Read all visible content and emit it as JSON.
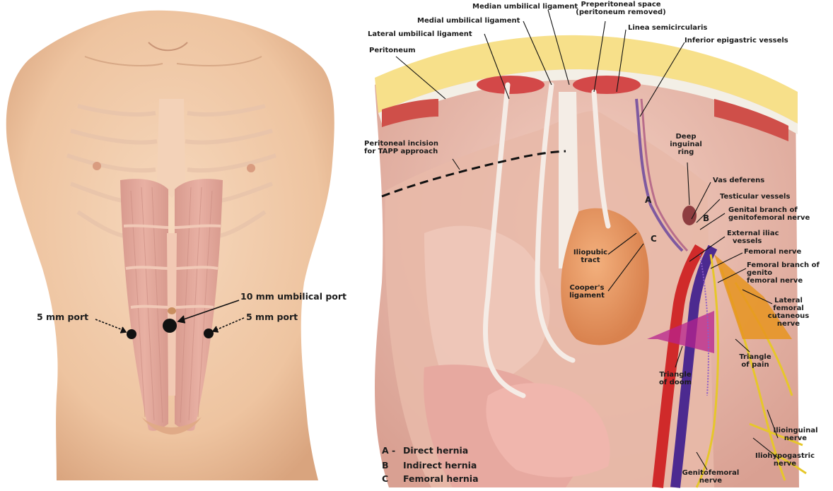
{
  "left_figure": {
    "port_umbilical": "10 mm umbilical port",
    "port_left": "5 mm port",
    "port_right": "5 mm port"
  },
  "right_figure": {
    "median_umbilical_ligament": "Median umbilical ligament",
    "medial_umbilical_ligament": "Medial umbilical ligament",
    "lateral_umbilical_ligament": "Lateral umbilical ligament",
    "peritoneum": "Peritoneum",
    "preperitoneal_space": "Preperitoneal space",
    "preperitoneal_space_note": "(peritoneum removed)",
    "linea_semicircularis": "Linea semicircularis",
    "inferior_epigastric_vessels": "Inferior epigastric vessels",
    "peritoneal_incision_1": "Peritoneal incision",
    "peritoneal_incision_2": "for TAPP approach",
    "deep_inguinal_ring_1": "Deep",
    "deep_inguinal_ring_2": "inguinal",
    "deep_inguinal_ring_3": "ring",
    "vas_deferens": "Vas deferens",
    "testicular_vessels": "Testicular vessels",
    "genital_branch_1": "Genital branch of",
    "genital_branch_2": "genitofemoral nerve",
    "external_iliac_1": "External iliac",
    "external_iliac_2": "vessels",
    "femoral_nerve": "Femoral nerve",
    "femoral_branch_1": "Femoral branch of",
    "femoral_branch_2": "genito",
    "femoral_branch_3": "femoral nerve",
    "lateral_femoral_1": "Lateral",
    "lateral_femoral_2": "femoral",
    "lateral_femoral_3": "cutaneous",
    "lateral_femoral_4": "nerve",
    "iliopubic_tract_1": "Iliopubic",
    "iliopubic_tract_2": "tract",
    "coopers_ligament_1": "Cooper's",
    "coopers_ligament_2": "ligament",
    "triangle_of_doom_1": "Triangle",
    "triangle_of_doom_2": "of doom",
    "triangle_of_pain_1": "Triangle",
    "triangle_of_pain_2": "of pain",
    "ilioinguinal_1": "Ilioinguinal",
    "ilioinguinal_2": "nerve",
    "iliohypogastric_1": "Iliohypogastric",
    "iliohypogastric_2": "nerve",
    "genitofemoral_1": "Genitofemoral",
    "genitofemoral_2": "nerve",
    "letter_a": "A",
    "letter_b": "B",
    "letter_c": "C"
  },
  "legend": [
    {
      "key": "A",
      "sep": "-",
      "text": "Direct hernia"
    },
    {
      "key": "B",
      "sep": "",
      "text": "Indirect hernia"
    },
    {
      "key": "C",
      "sep": "",
      "text": "Femoral hernia"
    }
  ]
}
